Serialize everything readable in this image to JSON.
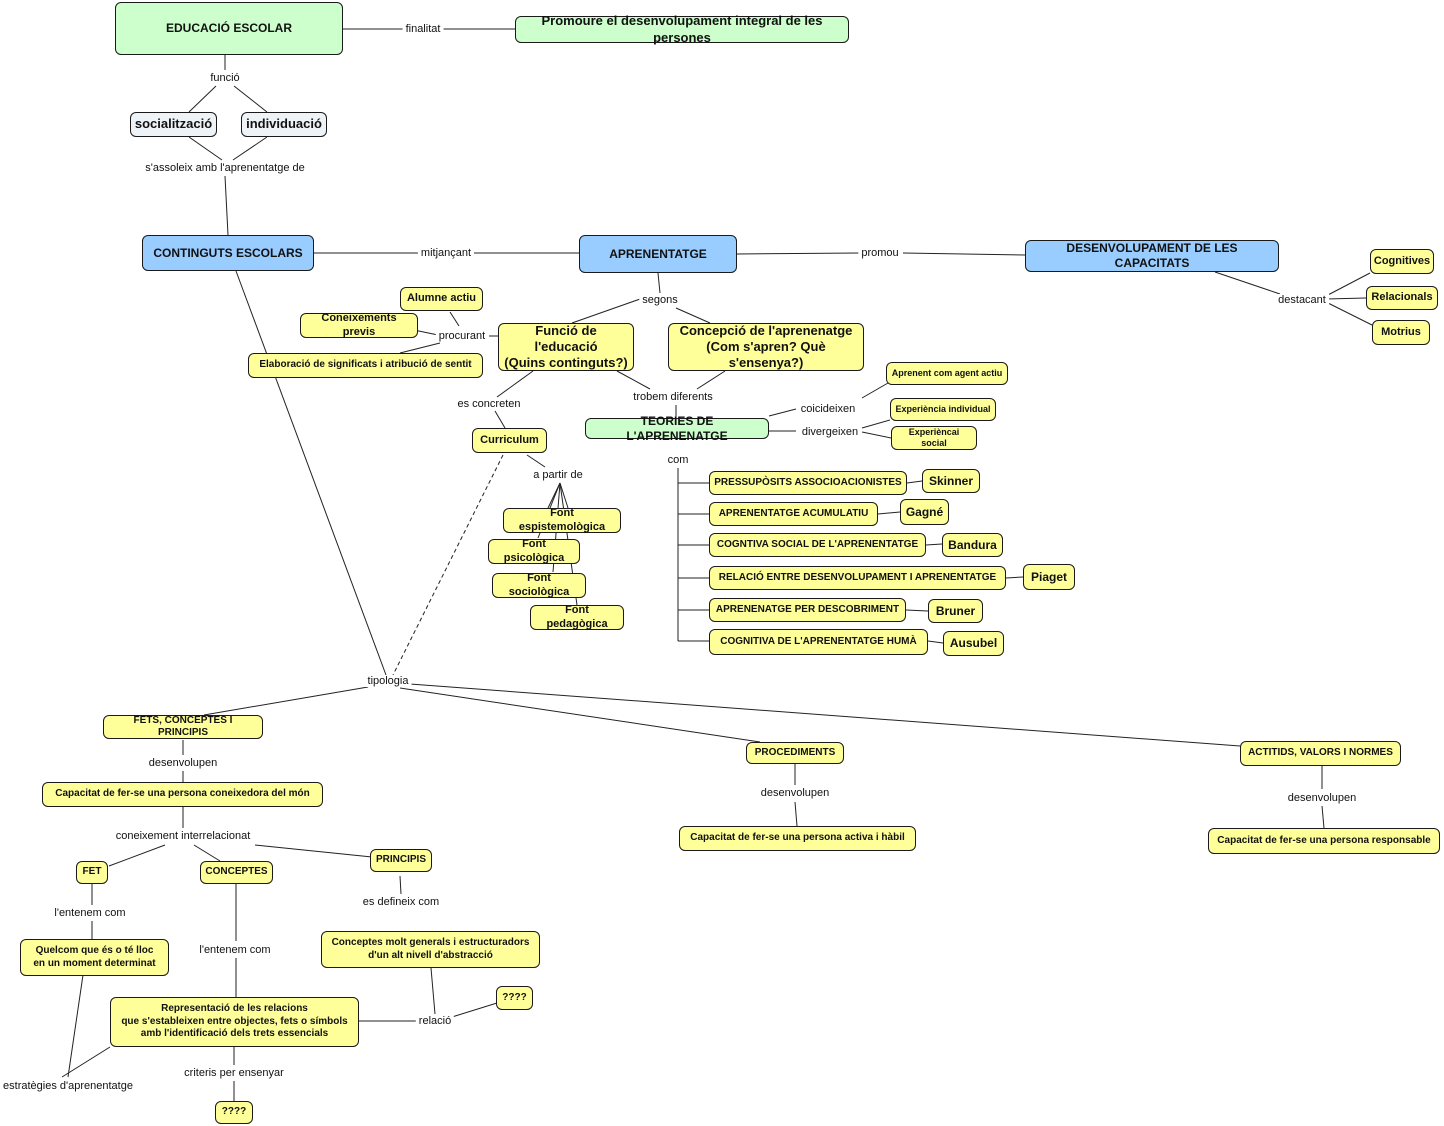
{
  "nodes": {
    "educacio_escolar": "EDUCACIÓ ESCOLAR",
    "promoure": "Promoure el desenvolupament integral de les persones",
    "socialitzacio": "socialització",
    "individuacio": "individuació",
    "continguts_escolars": "CONTINGUTS ESCOLARS",
    "aprenentatge": "APRENENTATGE",
    "desenvolupament_capacitats": "DESENVOLUPAMENT DE LES CAPACITATS",
    "cognitives": "Cognitives",
    "relacionals": "Relacionals",
    "motrius": "Motrius",
    "alumne_actiu": "Alumne actiu",
    "coneixements_previs": "Coneixements previs",
    "elaboracio": "Elaboració de significats i atribució de sentit",
    "funcio_educacio": "Funció de l'educació\n(Quins continguts?)",
    "concepcio_aprenentatge": "Concepció de l'aprenenatge\n(Com s'apren? Què s'ensenya?)",
    "teories": "TEORIES DE L'APRENENATGE",
    "agent_actiu": "Aprenent com agent actiu",
    "experiencia_individual": "Experiència individual",
    "experiencia_social": "Experièncai social",
    "curriculum": "Curriculum",
    "font_epistemologica": "Font espistemològica",
    "font_psicologica": "Font psicològica",
    "font_sociologica": "Font sociològica",
    "font_pedagogica": "Font pedagògica",
    "pressuposits": "PRESSUPÒSITS ASSOCIOACIONISTES",
    "acumulatiu": "APRENENTATGE ACUMULATIU",
    "cognitiva_social": "COGNTIVA SOCIAL DE L'APRENENTATGE",
    "relacio_desenvolupament": "RELACIÓ ENTRE DESENVOLUPAMENT I APRENENTATGE",
    "descobriment": "APRENENATGE PER DESCOBRIMENT",
    "cognitiva_huma": "COGNITIVA DE L'APRENENTATGE HUMÀ",
    "skinner": "Skinner",
    "gagne": "Gagné",
    "bandura": "Bandura",
    "piaget": "Piaget",
    "bruner": "Bruner",
    "ausubel": "Ausubel",
    "fets_conceptes": "FETS, CONCEPTES I PRINCIPIS",
    "procediments": "PROCEDIMENTS",
    "actitids": "ACTITIDS, VALORS I NORMES",
    "capacitat_coneixedora": "Capacitat de fer-se una persona coneixedora del món",
    "capacitat_activa": "Capacitat de fer-se una persona activa i hàbil",
    "capacitat_responsable": "Capacitat de fer-se una persona responsable",
    "fet": "FET",
    "conceptes": "CONCEPTES",
    "principis": "PRINCIPIS",
    "quelcom": "Quelcom que és o té lloc\nen un moment determinat",
    "representacio": "Representació de les relacions\nque s'estableixen entre objectes, fets o símbols\namb l'identificació dels trets essencials",
    "conceptes_generals": "Conceptes molt generals i estructuradors\nd'un alt nivell d'abstracció",
    "unknown_1": "????",
    "unknown_2": "????"
  },
  "labels": {
    "finalitat": "finalitat",
    "funcio": "funció",
    "assoleix": "s'assoleix amb l'aprenentatge de",
    "mitjancant": "mitjançant",
    "promou": "promou",
    "destacant": "destacant",
    "procurant": "procurant",
    "segons": "segons",
    "trobem": "trobem diferents",
    "es_concreten": "es concreten",
    "coicideixen": "coicideixen",
    "divergeixen": "divergeixen",
    "com": "com",
    "a_partir_de": "a partir de",
    "tipologia": "tipologia",
    "desenvolupen_1": "desenvolupen",
    "desenvolupen_2": "desenvolupen",
    "desenvolupen_3": "desenvolupen",
    "coneixement_interrelacionat": "coneixement interrelacionat",
    "lentenem_1": "l'entenem com",
    "lentenem_2": "l'entenem com",
    "es_defineix": "es defineix com",
    "relacio": "relació",
    "criteris": "criteris per ensenyar",
    "estrategies": "estratègies d'aprenentatge"
  },
  "colors": {
    "green": "#ccffcc",
    "blue": "#99ccff",
    "yellow": "#ffff99",
    "grey": "#eef3f8"
  }
}
